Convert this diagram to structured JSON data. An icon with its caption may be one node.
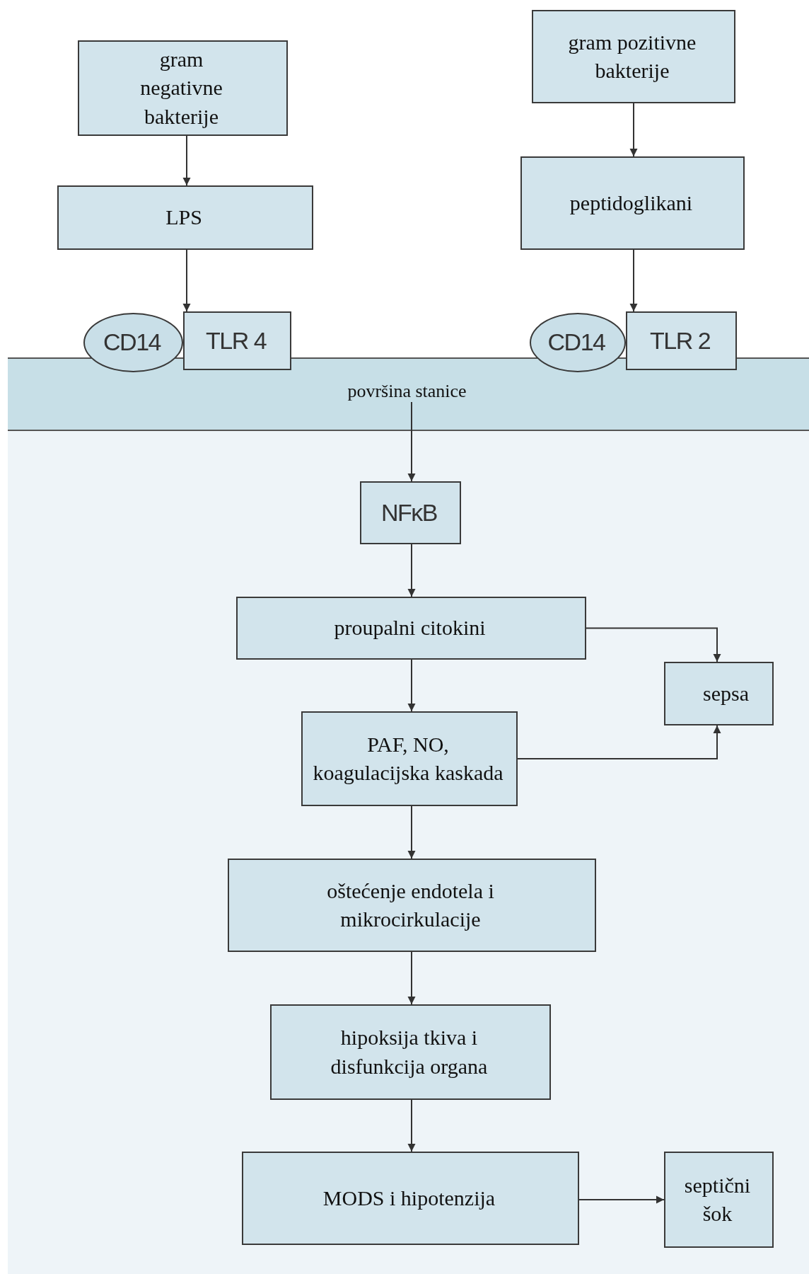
{
  "diagram": {
    "nodes": [
      {
        "text": [
          "gram negativne bakterije"
        ]
      },
      {
        "text": [
          "gram pozitivne bakterije"
        ]
      },
      {
        "text": [
          "LPS"
        ]
      },
      {
        "text": [
          "peptidoglikani"
        ]
      },
      {
        "text": [
          "CD14"
        ]
      },
      {
        "text": [
          "TLR 4"
        ]
      },
      {
        "text": [
          "CD14"
        ]
      },
      {
        "text": [
          "TLR 2"
        ]
      },
      {
        "text": [
          "površina stanice"
        ]
      },
      {
        "text": [
          "NFκB"
        ]
      },
      {
        "text": [
          "proupalni citokini"
        ]
      },
      {
        "text": [
          "sepsa"
        ]
      },
      {
        "text": [
          "PAF, NO, koagulacijska kaskada"
        ]
      },
      {
        "text": [
          "oštećenje endotela i mikrocirkulacije"
        ]
      },
      {
        "text": [
          "hipoksija tkiva i disfunkcija organa"
        ]
      },
      {
        "text": [
          "MODS i hipotenzija"
        ]
      },
      {
        "text": [
          "septični šok"
        ]
      }
    ],
    "edges": [
      {
        "from": 0,
        "to": 2,
        "arrow": "to"
      },
      {
        "from": 2,
        "to": 5,
        "arrow": "to"
      },
      {
        "from": 1,
        "to": 3,
        "arrow": "to"
      },
      {
        "from": 3,
        "to": 7,
        "arrow": "to"
      },
      {
        "from": 8,
        "to": 9,
        "arrow": "to"
      },
      {
        "from": 9,
        "to": 10,
        "arrow": "to"
      },
      {
        "from": 10,
        "to": 11,
        "arrow": "to"
      },
      {
        "from": 10,
        "to": 12,
        "arrow": "to"
      },
      {
        "from": 12,
        "to": 11,
        "arrow": "to"
      },
      {
        "from": 12,
        "to": 13,
        "arrow": "to"
      },
      {
        "from": 13,
        "to": 14,
        "arrow": "to"
      },
      {
        "from": 14,
        "to": 15,
        "arrow": "to"
      },
      {
        "from": 15,
        "to": 16,
        "arrow": "to"
      }
    ]
  }
}
